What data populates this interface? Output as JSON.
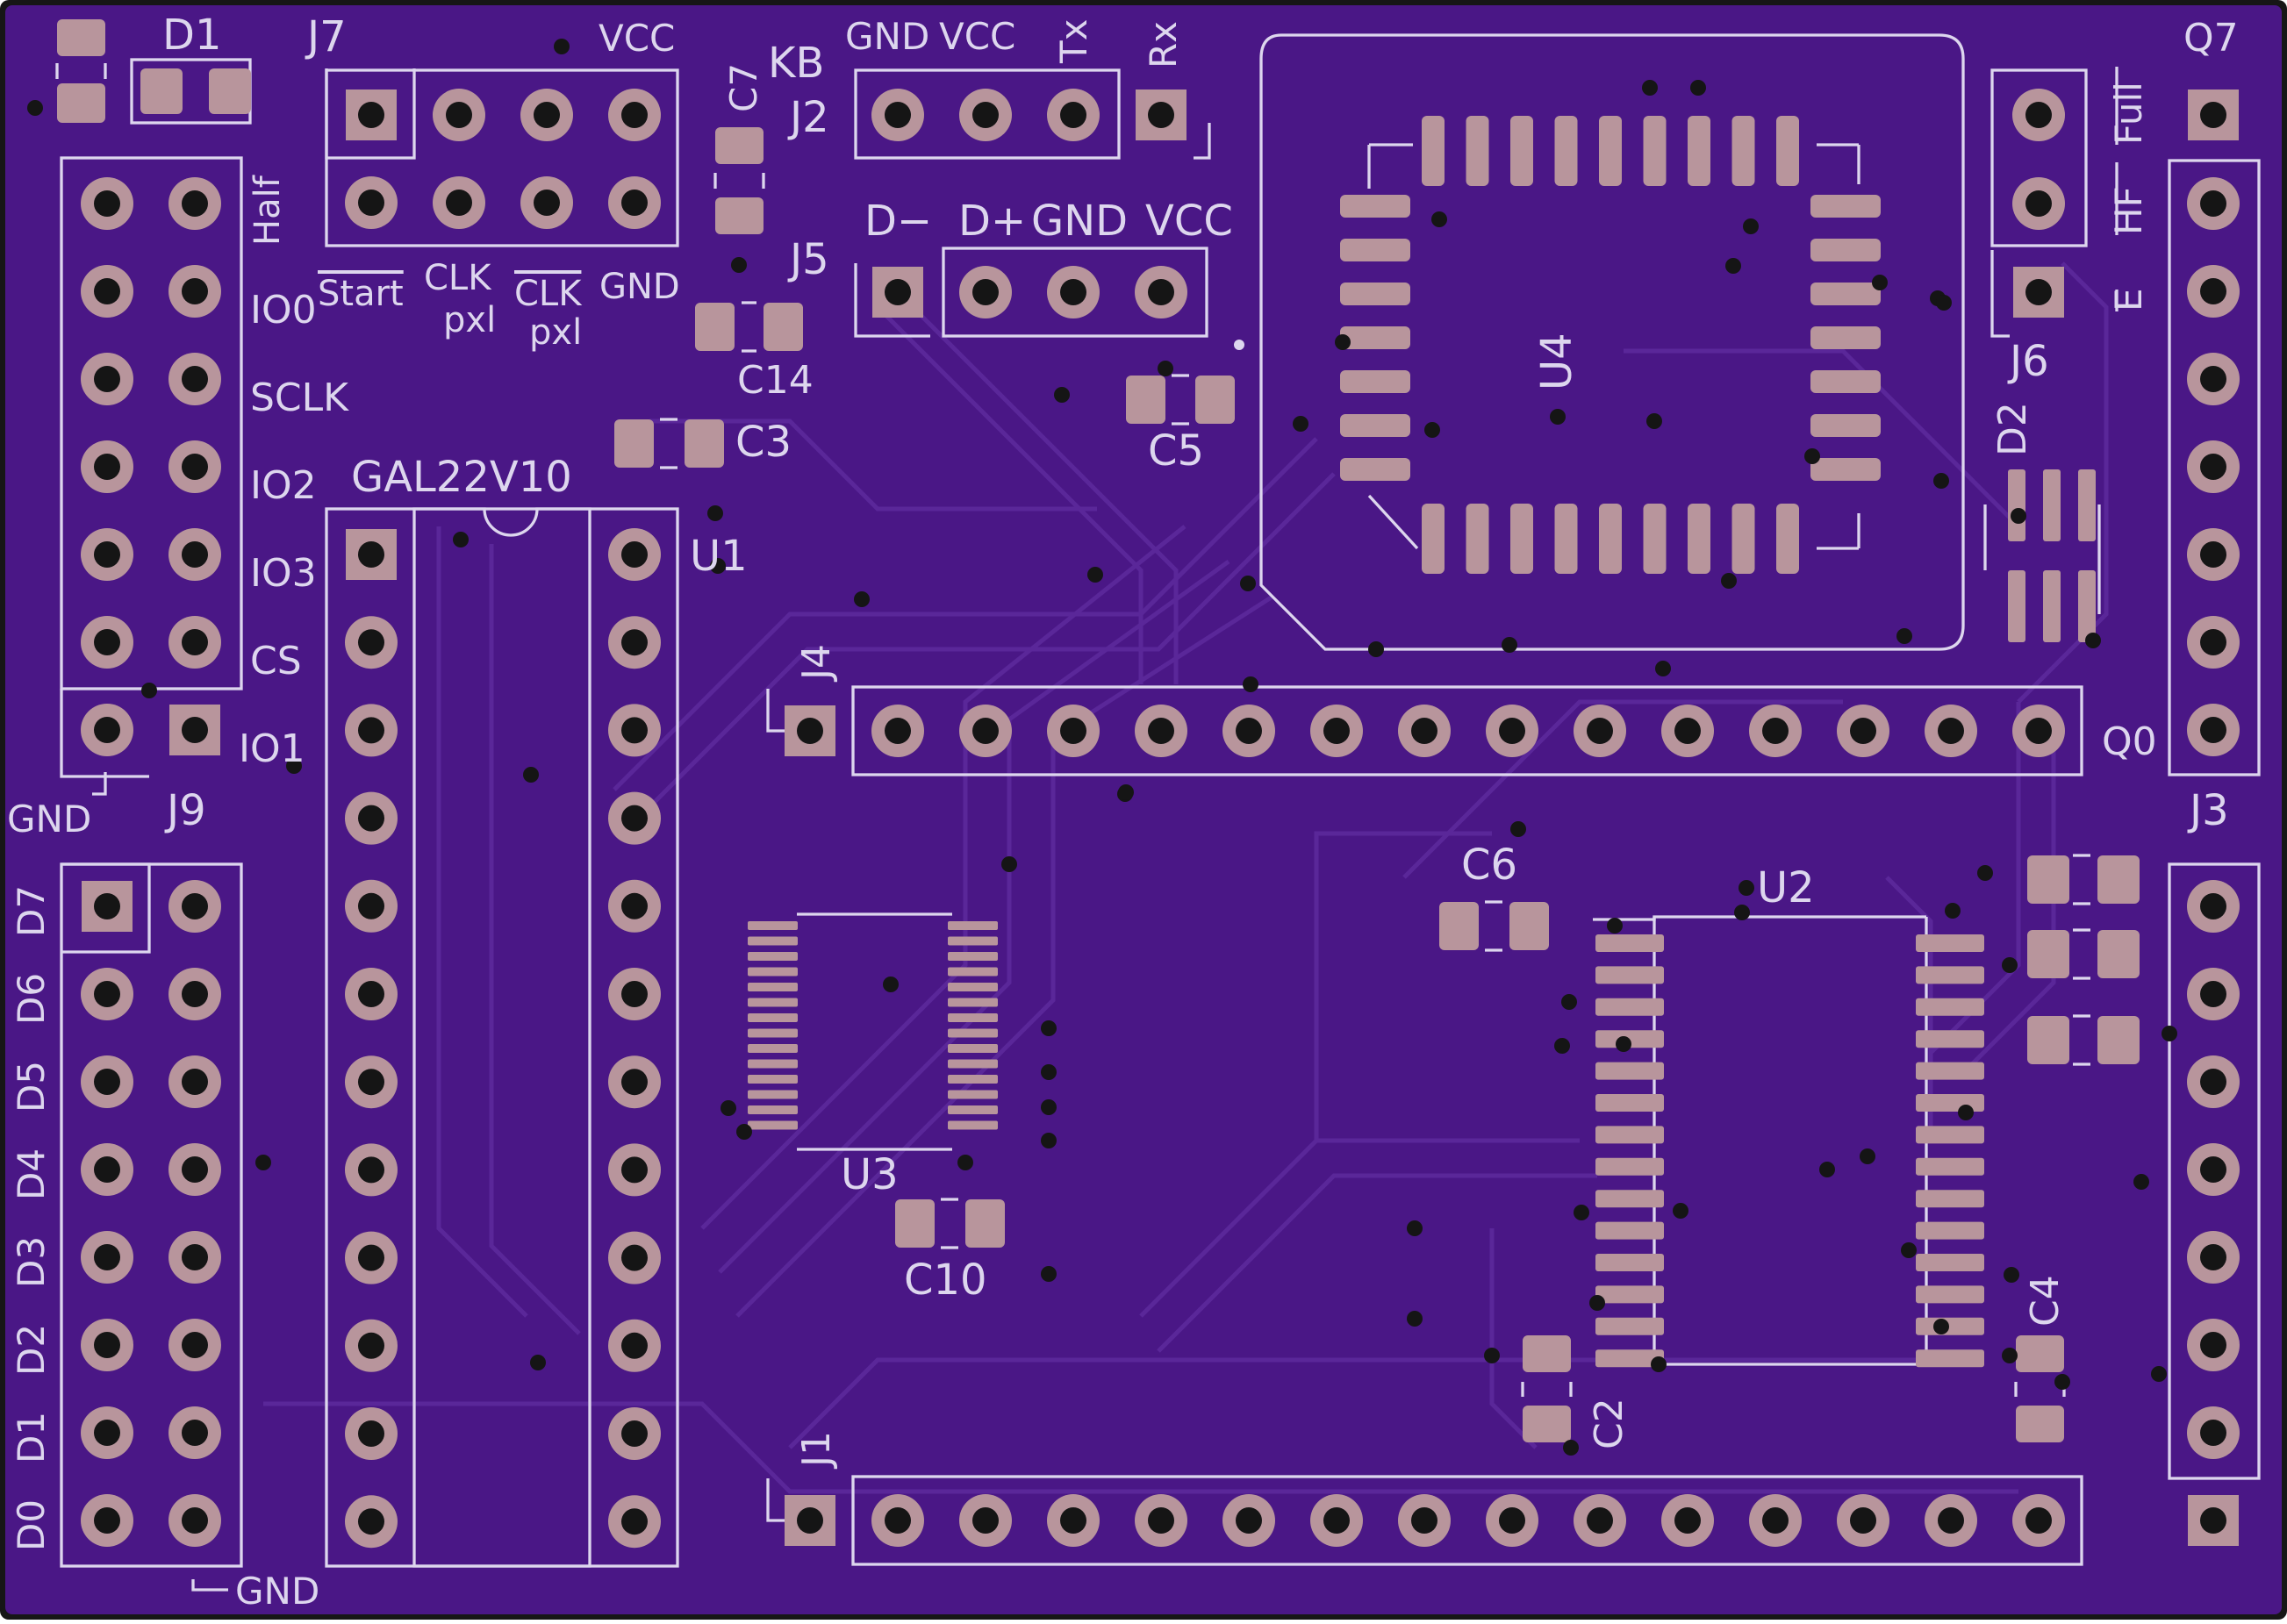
{
  "board": {
    "colors": {
      "outline": "#161616",
      "substrate": "#4a1786",
      "silkscreen": "#ddd6ee",
      "pad": "#b8959c",
      "drill": "#151515",
      "trace": "#5a2799"
    },
    "components": {
      "D1": "D1",
      "J7": "J7",
      "C7": "C7",
      "KB": "KB",
      "J2": "J2",
      "J5": "J5",
      "C14": "C14",
      "C3": "C3",
      "C5": "C5",
      "U4": "U4",
      "Q7": "Q7",
      "J6": "J6",
      "D2": "D2",
      "U1": "U1",
      "GAL": "GAL22V10",
      "J4": "J4",
      "Q0": "Q0",
      "J9": "J9",
      "J3": "J3",
      "C6": "C6",
      "U2": "U2",
      "U3": "U3",
      "C10": "C10",
      "C2": "C2",
      "C4": "C4",
      "J1": "J1"
    },
    "pin_labels": {
      "vcc_j7": "VCC",
      "start": "Start",
      "clk": "CLK",
      "pxl": "pxl",
      "clk2": "CLK",
      "pxl2": "pxl",
      "gnd_j7": "GND",
      "gnd_j2": "GND",
      "vcc_j2": "VCC",
      "tx": "Tx",
      "rx": "Rx",
      "dminus": "D−",
      "dplus": "D+",
      "gnd_j5": "GND",
      "vcc_j5": "VCC",
      "full": "Full",
      "hf": "HF",
      "e": "E",
      "half": "Half",
      "io0": "IO0",
      "sclk": "SCLK",
      "io2": "IO2",
      "io3": "IO3",
      "cs": "CS",
      "io1": "IO1",
      "gnd_left": "GND",
      "gnd_bottom": "GND",
      "d7": "D7",
      "d6": "D6",
      "d5": "D5",
      "d4": "D4",
      "d3": "D3",
      "d2": "D2",
      "d1": "D1",
      "d0": "D0"
    }
  }
}
